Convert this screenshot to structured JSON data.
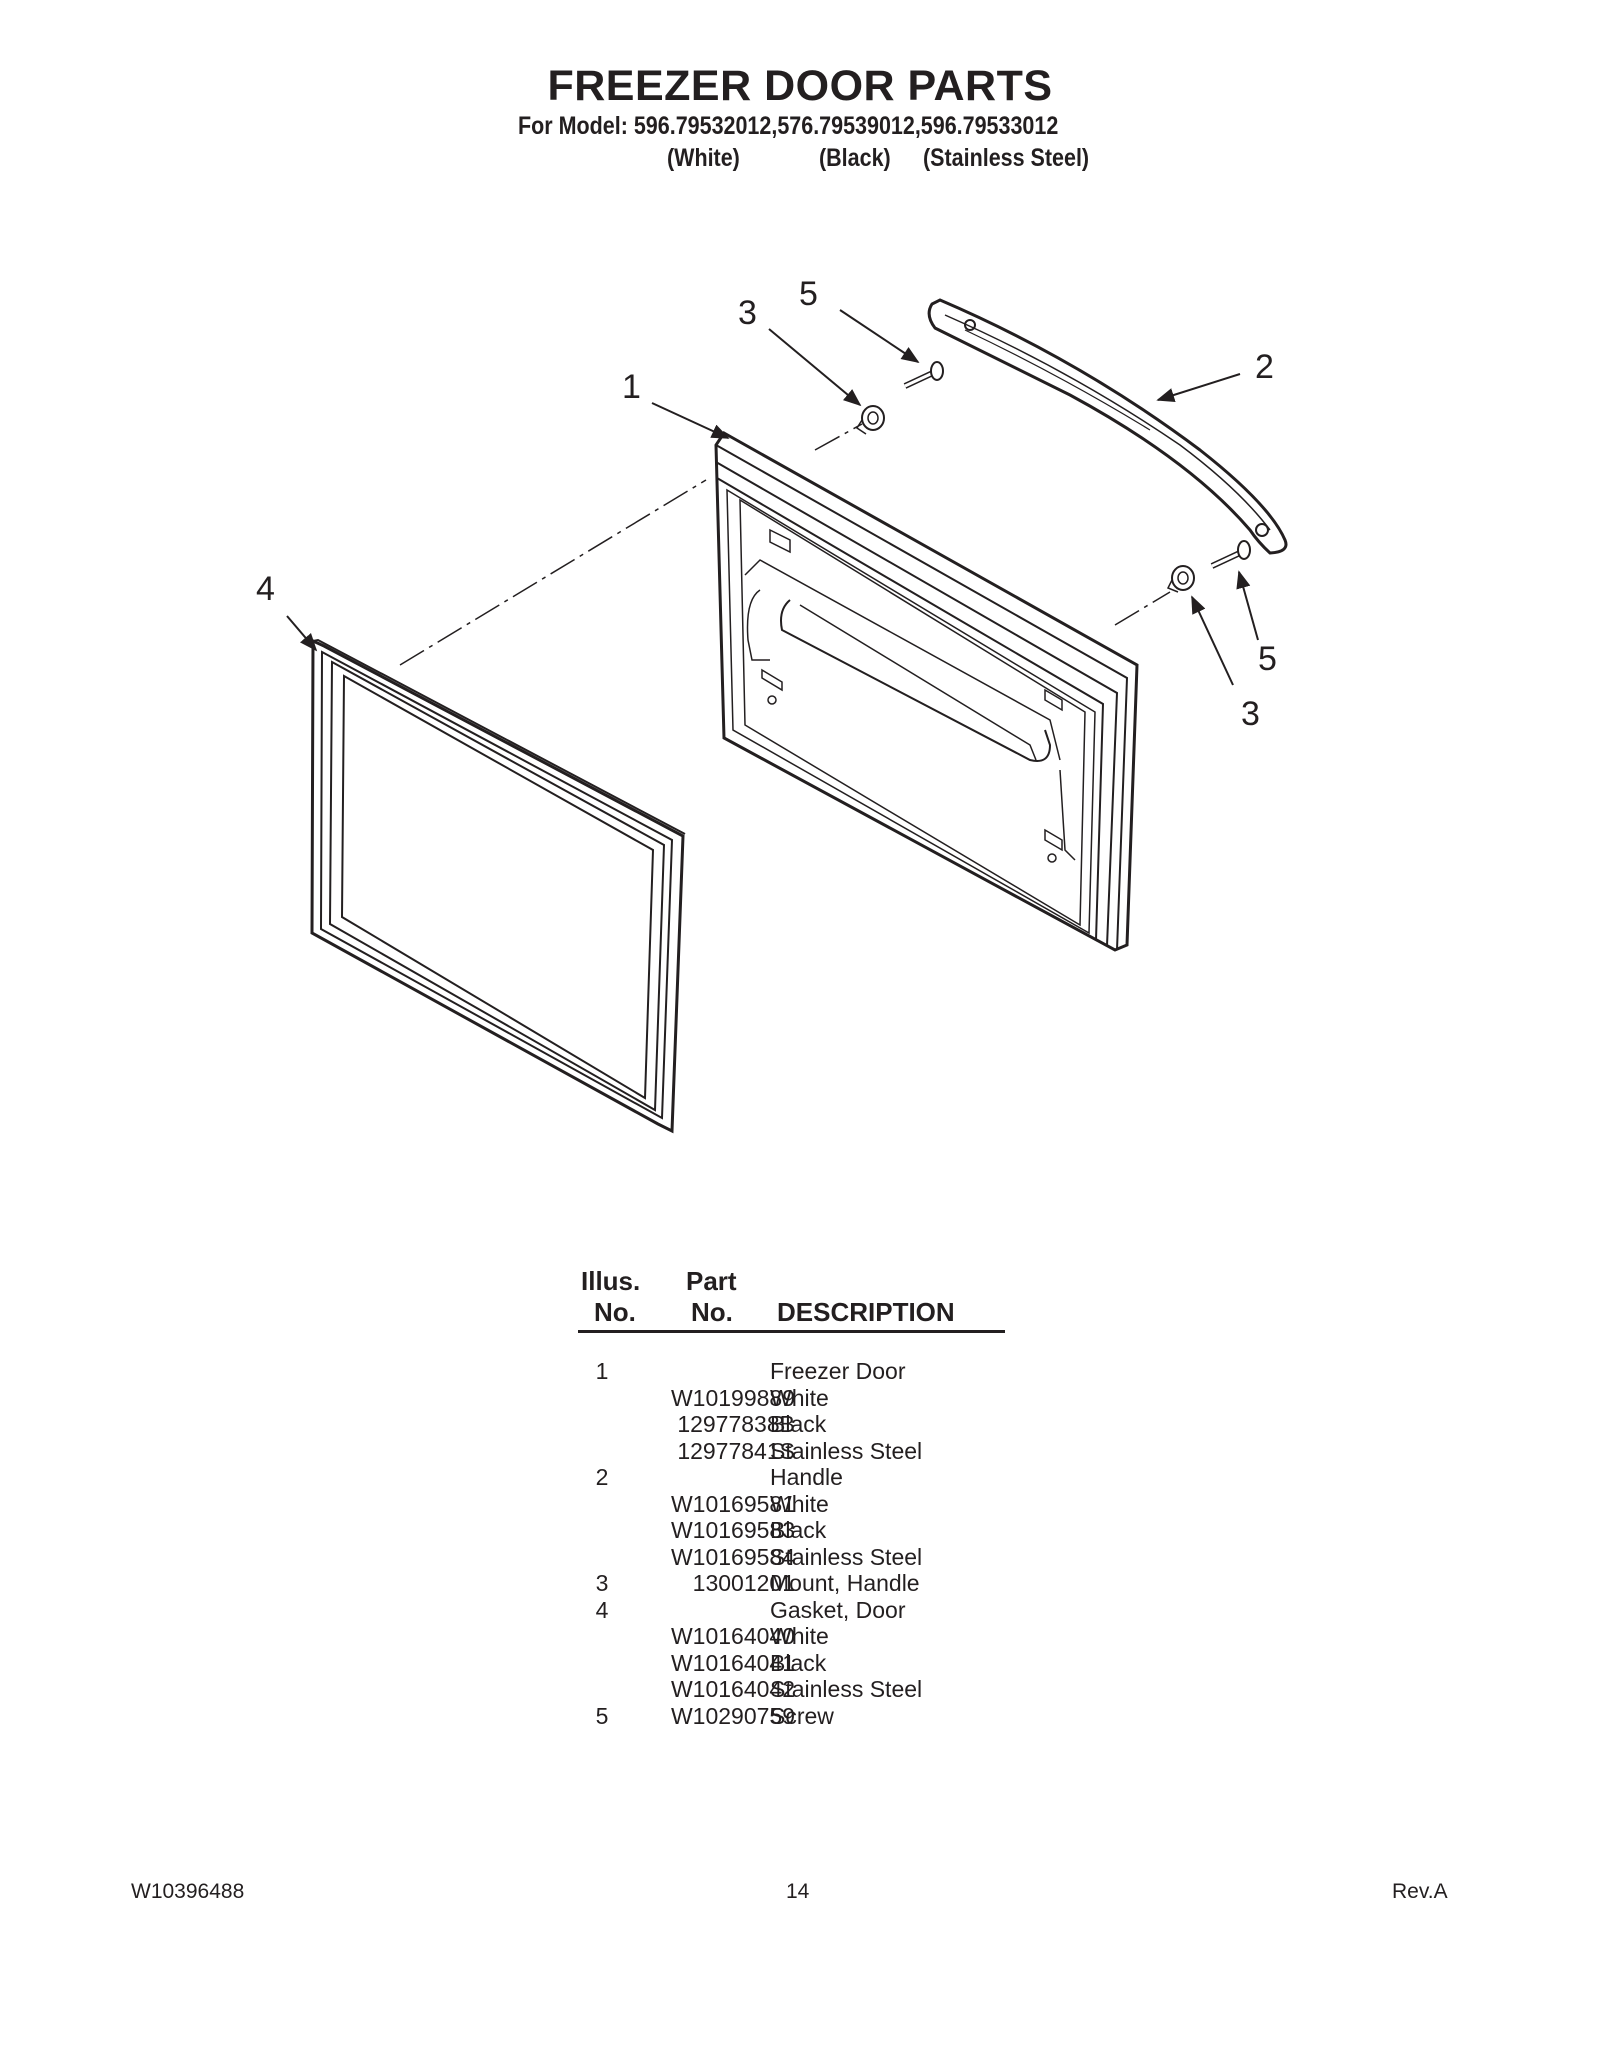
{
  "header": {
    "title": "FREEZER DOOR PARTS",
    "model_line": "For Model: 596.79532012,576.79539012,596.79533012",
    "variants": [
      "(White)",
      "(Black)",
      "(Stainless Steel)"
    ]
  },
  "diagram": {
    "callouts": {
      "c1": "1",
      "c2": "2",
      "c3a": "3",
      "c3b": "3",
      "c4": "4",
      "c5a": "5",
      "c5b": "5"
    }
  },
  "table": {
    "headers": {
      "illus_line1": "Illus.",
      "illus_line2": "No.",
      "part_line1": "Part",
      "part_line2": "No.",
      "description": "DESCRIPTION"
    },
    "rows": [
      {
        "illus": "1",
        "part": "",
        "desc": "Freezer Door"
      },
      {
        "illus": "",
        "part": "W10199889",
        "desc": "White"
      },
      {
        "illus": "",
        "part": "12977838B",
        "desc": "Black"
      },
      {
        "illus": "",
        "part": "12977841S",
        "desc": "Stainless Steel"
      },
      {
        "illus": "2",
        "part": "",
        "desc": "Handle"
      },
      {
        "illus": "",
        "part": "W10169581",
        "desc": "White"
      },
      {
        "illus": "",
        "part": "W10169583",
        "desc": "Black"
      },
      {
        "illus": "",
        "part": "W10169584",
        "desc": "Stainless Steel"
      },
      {
        "illus": "3",
        "part": "13001201",
        "desc": "Mount, Handle"
      },
      {
        "illus": "4",
        "part": "",
        "desc": "Gasket, Door"
      },
      {
        "illus": "",
        "part": "W10164040",
        "desc": "White"
      },
      {
        "illus": "",
        "part": "W10164041",
        "desc": "Black"
      },
      {
        "illus": "",
        "part": "W10164042",
        "desc": "Stainless Steel"
      },
      {
        "illus": "5",
        "part": "W10290759",
        "desc": "Screw"
      }
    ]
  },
  "footer": {
    "doc_number": "W10396488",
    "page_number": "14",
    "revision": "Rev.A"
  }
}
